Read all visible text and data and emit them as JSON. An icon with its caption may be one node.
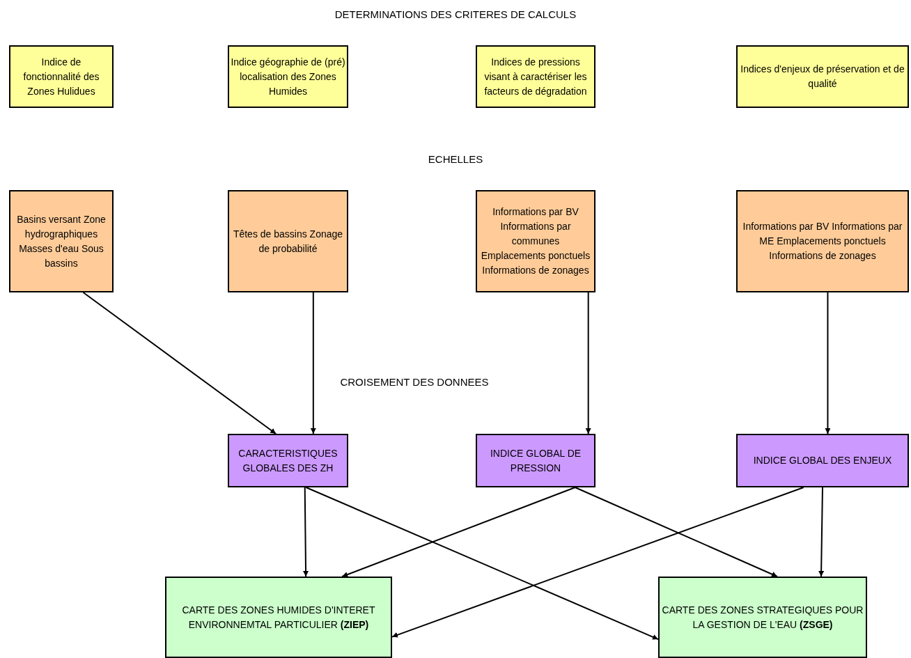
{
  "diagram": {
    "nodes": [
      {
        "text": [
          "Indice de fonctionnalité des Zones Hulidues"
        ]
      },
      {
        "text": [
          "Indice géographie de (pré) localisation des Zones Humides"
        ]
      },
      {
        "text": [
          "Indices de pressions visant à caractériser les facteurs de dégradation"
        ]
      },
      {
        "text": [
          "Indices d'enjeux de préservation et de qualité"
        ]
      },
      {
        "text": [
          "Basins versant Zone hydrographiques Masses d'eau Sous bassins"
        ]
      },
      {
        "text": [
          "Têtes de bassins Zonage de probabilité"
        ]
      },
      {
        "text": [
          "Informations par BV Informations par communes Emplacements ponctuels Informations de zonages"
        ]
      },
      {
        "text": [
          "Informations par BV Informations par ME Emplacements ponctuels Informations de zonages"
        ]
      },
      {
        "text": [
          "CARACTERISTIQUES GLOBALES DES ZH"
        ]
      },
      {
        "text": [
          "INDICE GLOBAL DE PRESSION"
        ]
      },
      {
        "text": [
          "INDICE GLOBAL DES ENJEUX"
        ]
      },
      {
        "text": [
          "CARTE DES ZONES HUMIDES D'INTERET ENVIRONNEMTAL PARTICULIER **(ZIEP)**"
        ]
      },
      {
        "text": [
          "CARTE DES ZONES STRATEGIQUES POUR LA GESTION DE L'EAU **(ZSGE)**"
        ]
      }
    ],
    "edges": [
      {
        "from": 4,
        "to": 8,
        "arrow": "to"
      },
      {
        "from": 5,
        "to": 8,
        "arrow": "to"
      },
      {
        "from": 6,
        "to": 9,
        "arrow": "to"
      },
      {
        "from": 7,
        "to": 10,
        "arrow": "to"
      },
      {
        "from": 8,
        "to": 11,
        "arrow": "to"
      },
      {
        "from": 8,
        "to": 12,
        "arrow": "to"
      },
      {
        "from": 9,
        "to": 11,
        "arrow": "to"
      },
      {
        "from": 9,
        "to": 12,
        "arrow": "to"
      },
      {
        "from": 10,
        "to": 11,
        "arrow": "to"
      },
      {
        "from": 10,
        "to": 12,
        "arrow": "to"
      }
    ],
    "labels": [
      "DETERMINATIONS DES CRITERES DE CALCULS",
      "ECHELLES",
      "CROISEMENT DES DONNEES"
    ]
  }
}
